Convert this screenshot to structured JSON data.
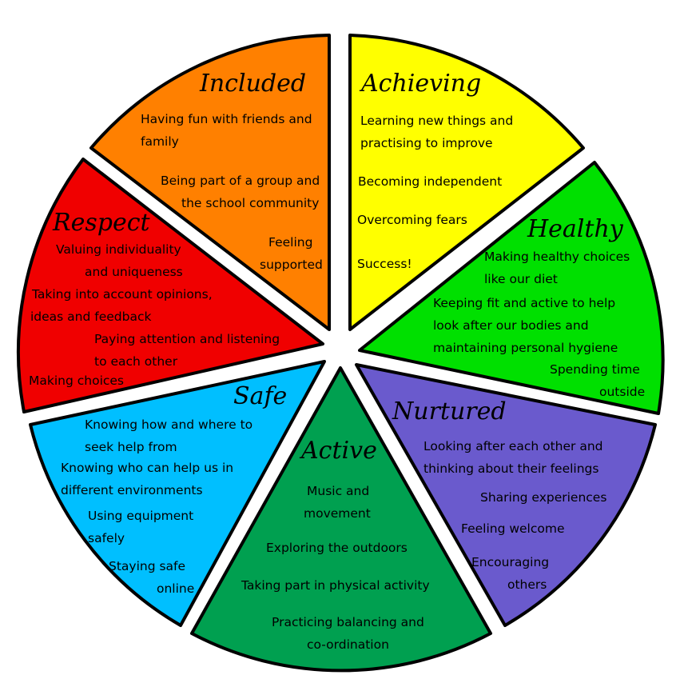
{
  "segments": [
    {
      "id": "included",
      "title": "Included",
      "color": "#FF8000",
      "items": [
        [
          "Having fun with friends and",
          "family"
        ],
        [
          "Being part of a group and",
          "the school community"
        ],
        [
          "Feeling",
          "supported"
        ]
      ]
    },
    {
      "id": "achieving",
      "title": "Achieving",
      "color": "#FFFF00",
      "items": [
        [
          "Learning new things and",
          "practising to improve"
        ],
        [
          "Becoming independent"
        ],
        [
          "Overcoming fears"
        ],
        [
          "Success!"
        ]
      ]
    },
    {
      "id": "healthy",
      "title": "Healthy",
      "color": "#00E000",
      "items": [
        [
          "Making healthy choices",
          "like our diet"
        ],
        [
          "Keeping fit and active to help",
          "look after our bodies and",
          "maintaining personal hygiene"
        ],
        [
          "Spending time",
          "outside"
        ]
      ]
    },
    {
      "id": "nurtured",
      "title": "Nurtured",
      "color": "#6A5ACD",
      "items": [
        [
          "Looking after each other and",
          "thinking about their feelings"
        ],
        [
          "Sharing experiences"
        ],
        [
          "Feeling welcome"
        ],
        [
          "Encouraging",
          "others"
        ]
      ]
    },
    {
      "id": "active",
      "title": "Active",
      "color": "#00A050",
      "items": [
        [
          "Music and",
          "movement"
        ],
        [
          "Exploring the outdoors"
        ],
        [
          "Taking part in physical activity"
        ],
        [
          "Practicing balancing and",
          "co-ordination"
        ]
      ]
    },
    {
      "id": "safe",
      "title": "Safe",
      "color": "#00BFFF",
      "items": [
        [
          "Knowing how and where to",
          "seek help from"
        ],
        [
          "Knowing who can help us in",
          "different environments"
        ],
        [
          "Using equipment",
          "safely"
        ],
        [
          "Staying safe",
          "online"
        ]
      ]
    },
    {
      "id": "respect",
      "title": "Respect",
      "color": "#F00000",
      "items": [
        [
          "Valuing individuality",
          "and uniqueness"
        ],
        [
          "Taking into account opinions,",
          "ideas and feedback"
        ],
        [
          "Paying attention and listening",
          "to each other"
        ],
        [
          "Making choices"
        ]
      ]
    }
  ]
}
